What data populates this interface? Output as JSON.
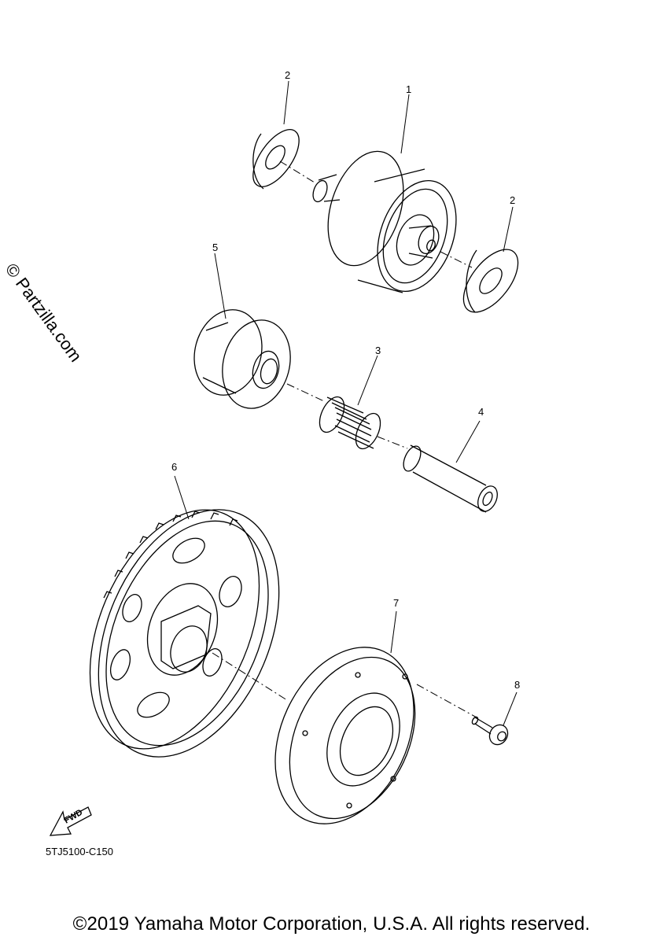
{
  "watermark": "© Partzilla.com",
  "diagram_code": "5TJ5100-C150",
  "copyright": "©2019 Yamaha Motor Corporation, U.S.A. All rights reserved.",
  "fwd_label": "FWD",
  "callouts": {
    "p1": "1",
    "p2a": "2",
    "p2b": "2",
    "p3": "3",
    "p4": "4",
    "p5": "5",
    "p6": "6",
    "p7": "7",
    "p8": "8"
  },
  "colors": {
    "line": "#000000",
    "background": "#ffffff"
  }
}
